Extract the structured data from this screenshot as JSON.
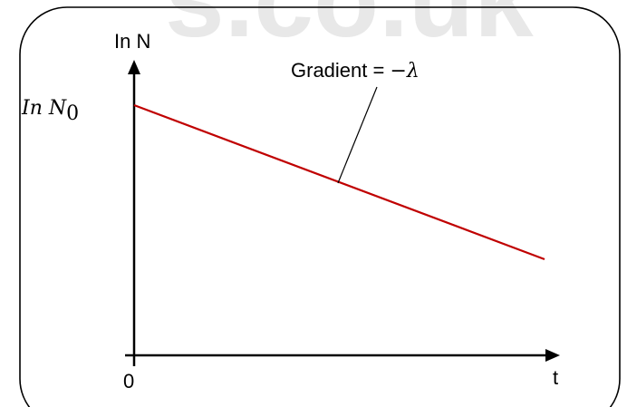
{
  "watermark": {
    "text": "s.co.uk",
    "color": "#e8e8e8"
  },
  "axes": {
    "y_label": "In N",
    "x_label": "t",
    "origin_label": "0"
  },
  "intercept": {
    "label_base": "In N",
    "label_subscript": "0"
  },
  "gradient": {
    "label_text": "Gradient = ",
    "label_symbol": "−λ"
  },
  "colors": {
    "decay_line": "#c00000",
    "frame": "#000000",
    "axes": "#000000",
    "pointer": "#000000"
  }
}
